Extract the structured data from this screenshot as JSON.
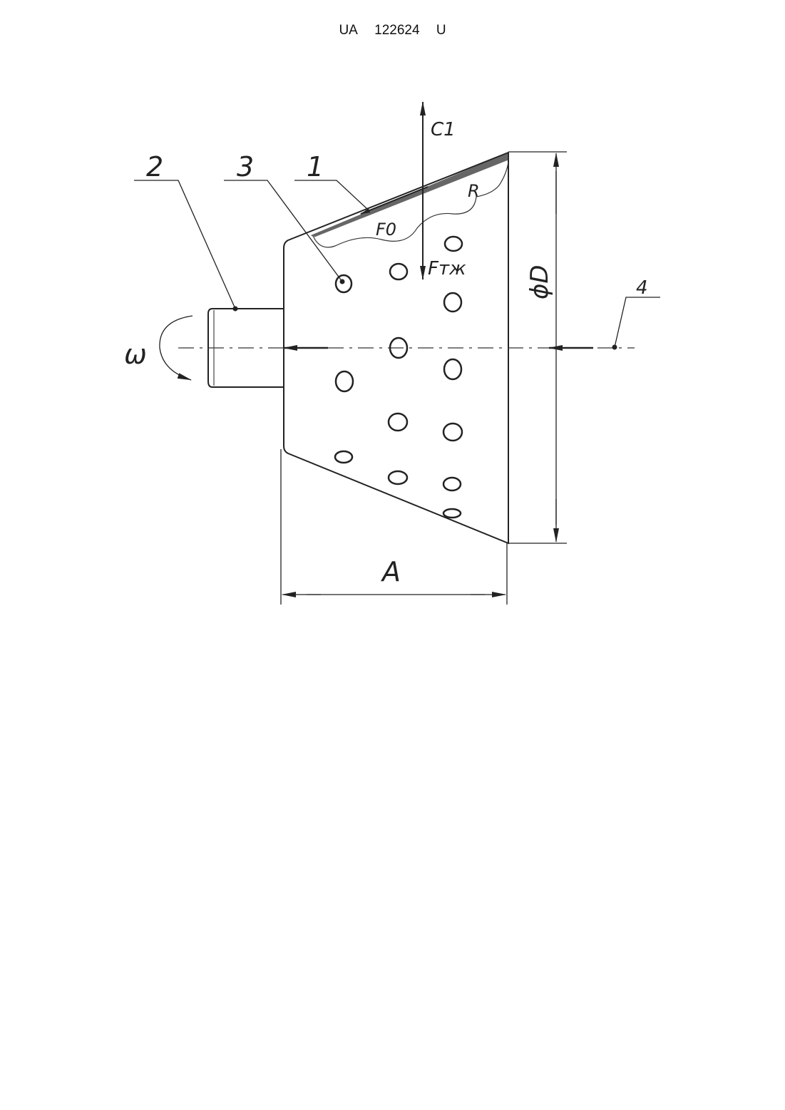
{
  "header": {
    "country": "UA",
    "number": "122624",
    "kind": "U"
  },
  "diagram": {
    "labels": {
      "part_1": "1",
      "part_2": "2",
      "part_3": "3",
      "part_4": "4",
      "force_c1": "C1",
      "force_f0": "F0",
      "force_ftzh": "Fтж",
      "radius": "R",
      "diameter": "ϕD",
      "length": "A",
      "omega": "ω"
    },
    "colors": {
      "line": "#222222",
      "paper": "#ffffff"
    }
  }
}
